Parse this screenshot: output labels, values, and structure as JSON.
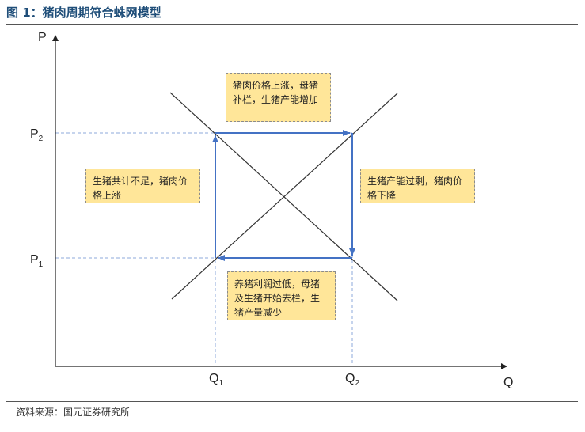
{
  "figure": {
    "title": "图 1：猪肉周期符合蛛网模型",
    "source": "资料来源：国元证券研究所"
  },
  "axes": {
    "y_label": "P",
    "x_label": "Q",
    "p2": {
      "main": "P",
      "sub": "2"
    },
    "p1": {
      "main": "P",
      "sub": "1"
    },
    "q1": {
      "main": "Q",
      "sub": "1"
    },
    "q2": {
      "main": "Q",
      "sub": "2"
    }
  },
  "annotations": {
    "top": "猪肉价格上涨，母猪补栏，生猪产能增加",
    "left": "生猪共计不足，猪肉价格上涨",
    "right": "生猪产能过剩，猪肉价格下降",
    "bottom": "养猪利润过低，母猪及生猪开始去栏，生猪产量减少"
  },
  "colors": {
    "title": "#1f4e79",
    "cycle_arrows": "#4472c4",
    "guide_dashes": "#8eaadb",
    "note_fill": "#ffe699"
  }
}
